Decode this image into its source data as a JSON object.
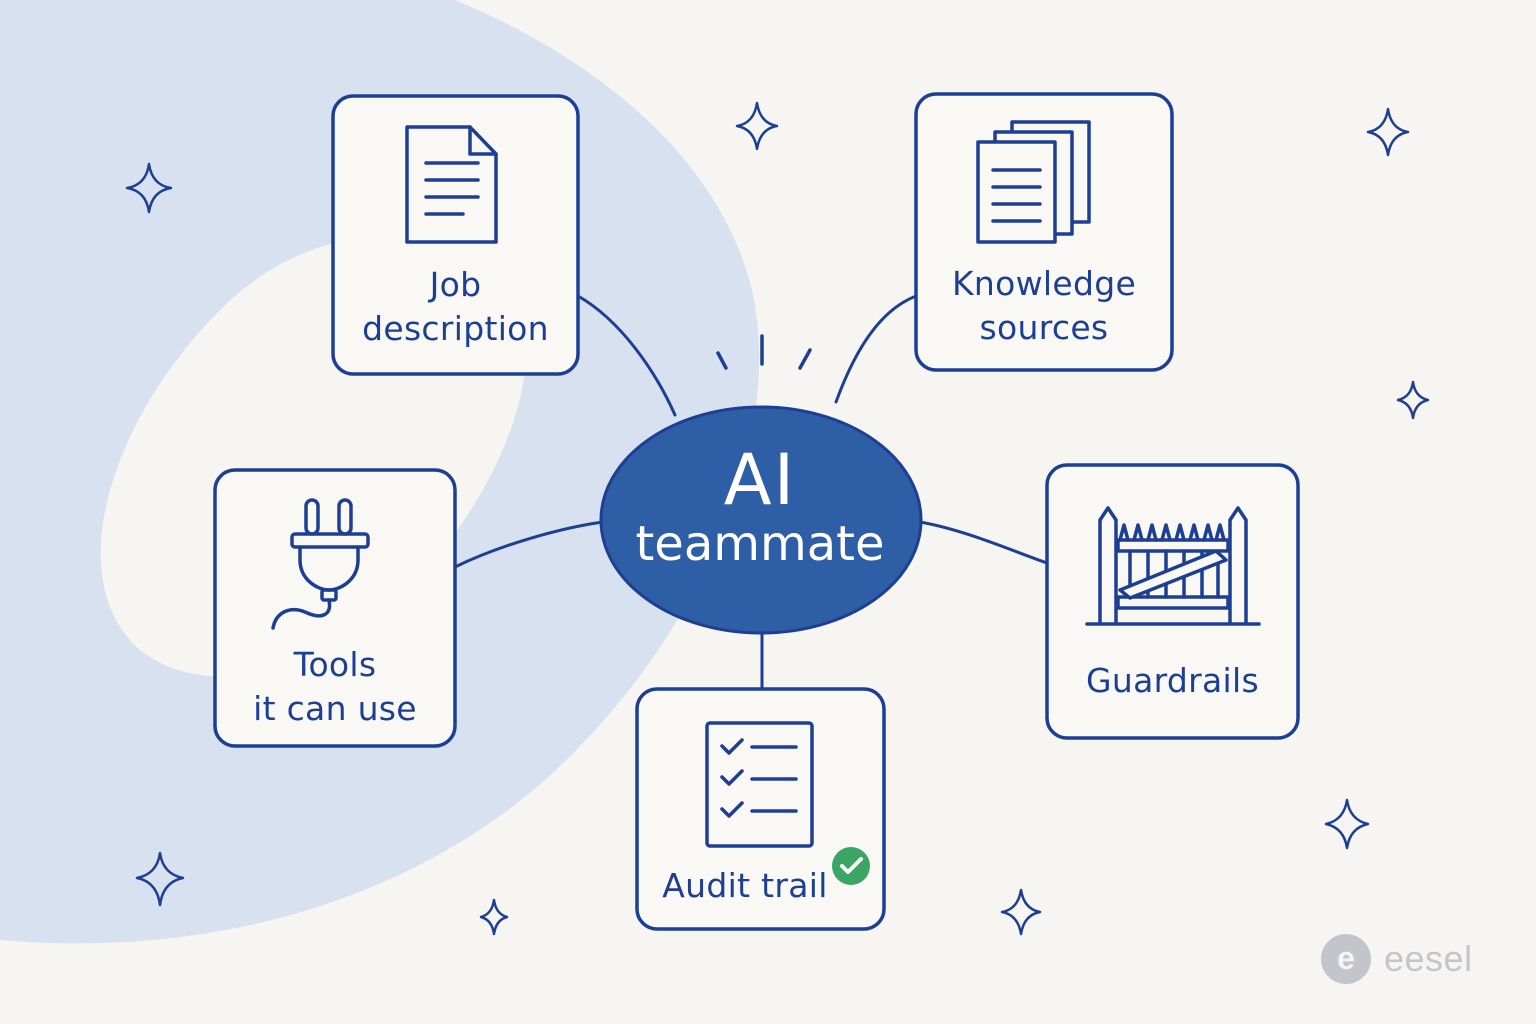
{
  "center": {
    "title": "AI",
    "subtitle": "teammate"
  },
  "nodes": {
    "job_description": {
      "line1": "Job",
      "line2": "description",
      "icon": "document-icon"
    },
    "knowledge_sources": {
      "line1": "Knowledge",
      "line2": "sources",
      "icon": "stacked-documents-icon"
    },
    "tools": {
      "line1": "Tools",
      "line2": "it can use",
      "icon": "plug-icon"
    },
    "guardrails": {
      "line1": "Guardrails",
      "icon": "fence-gate-icon"
    },
    "audit_trail": {
      "line1": "Audit trail",
      "icon": "checklist-icon",
      "badge_icon": "check-badge-icon"
    }
  },
  "brand": {
    "name": "eesel",
    "logo_letter": "e"
  },
  "colors": {
    "ink": "#1d3f93",
    "center_fill": "#2e5ea6",
    "background": "#f7f5f1",
    "blob": "#d8e1ef",
    "badge_green": "#3aa565",
    "brand_gray": "#c2c5cc"
  },
  "decorations": {
    "sparkle_icon": "sparkle-icon",
    "burst_icon": "spark-lines-icon"
  }
}
